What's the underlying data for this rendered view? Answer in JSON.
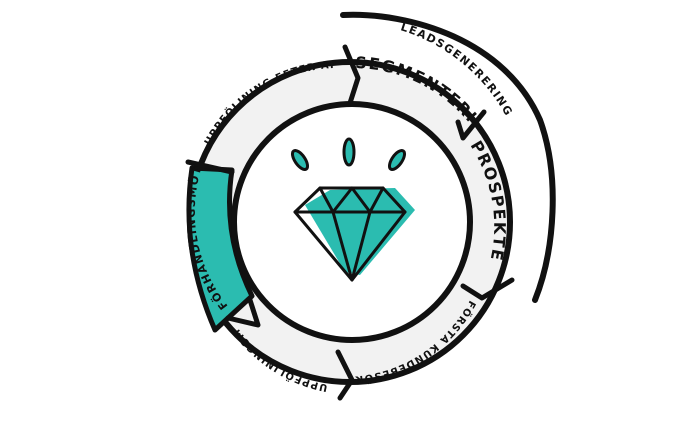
{
  "diagram": {
    "outer_arc_label": "Leadsgenerering",
    "segments": [
      {
        "id": "segmentering",
        "label": "Segmentering"
      },
      {
        "id": "prospektering",
        "label": "Prospektering"
      },
      {
        "id": "forsta-kundebesok",
        "label": "Första kundebesök"
      },
      {
        "id": "uppfoljningsmote",
        "label": "Uppföljningsmötet"
      },
      {
        "id": "forhandlingsmotet",
        "label": "Förhandlingsmötet"
      },
      {
        "id": "uppfoljning-efter-affar",
        "label": "Uppföljning efter affär"
      }
    ],
    "center_icon": "diamond-icon",
    "colors": {
      "accent": "#2bbcb0",
      "stroke": "#111111",
      "segment_fill": "#f2f2f2",
      "background": "#ffffff"
    }
  }
}
